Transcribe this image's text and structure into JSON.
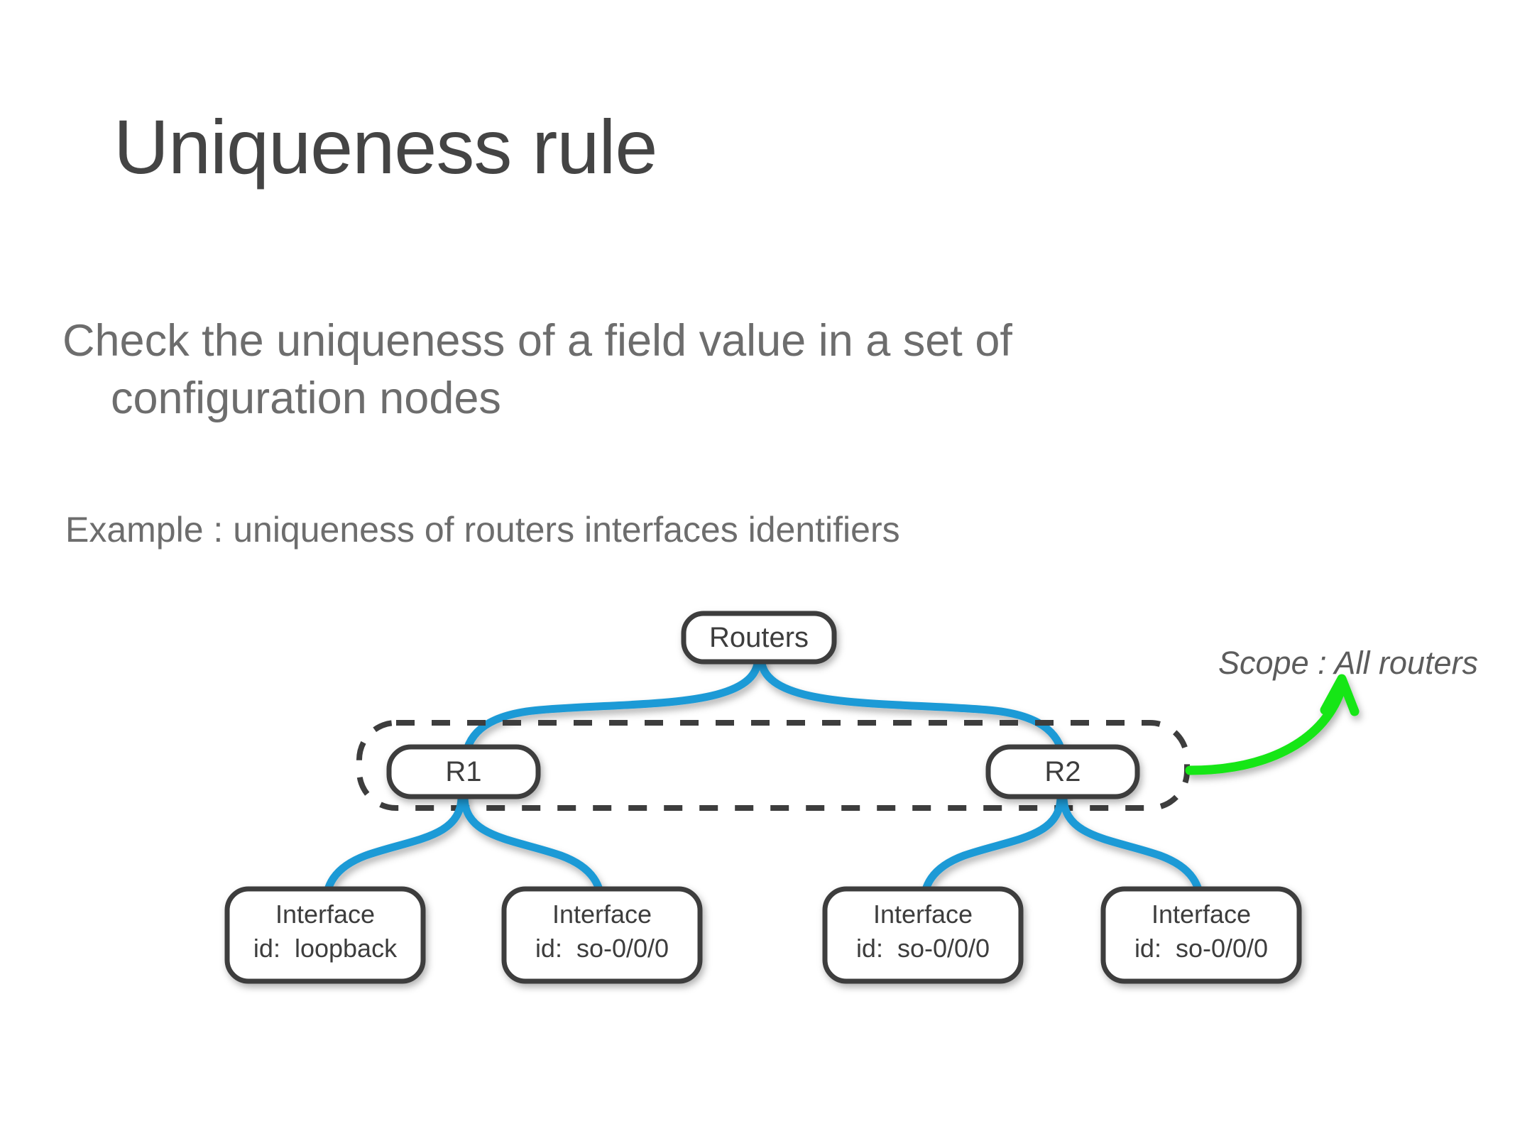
{
  "slide": {
    "title": "Uniqueness rule",
    "body_line_1": "Check the uniqueness of a field value in a set of",
    "body_line_2": "configuration nodes",
    "example": "Example : uniqueness of routers interfaces identifiers"
  },
  "colors": {
    "title_text": "#444444",
    "body_text": "#6d6d6d",
    "node_stroke": "#3d3d3d",
    "node_fill": "#ffffff",
    "connector_blue": "#1b9ad6",
    "scope_arrow_green": "#14e614",
    "dashed_box_stroke": "#3d3d3d",
    "background": "#ffffff"
  },
  "diagram": {
    "root": {
      "label": "Routers"
    },
    "routers": [
      {
        "label": "R1"
      },
      {
        "label": "R2"
      }
    ],
    "interfaces": [
      {
        "title": "Interface",
        "id_prefix": "id:",
        "id_value": "loopback",
        "italic": true
      },
      {
        "title": "Interface",
        "id_prefix": "id:",
        "id_value": "so-0/0/0",
        "italic": true
      },
      {
        "title": "Interface",
        "id_prefix": "id:",
        "id_value": "so-0/0/0",
        "italic": false
      },
      {
        "title": "Interface",
        "id_prefix": "id:",
        "id_value": "so-0/0/0",
        "italic": false
      }
    ],
    "scope_annotation": "Scope : All routers"
  }
}
